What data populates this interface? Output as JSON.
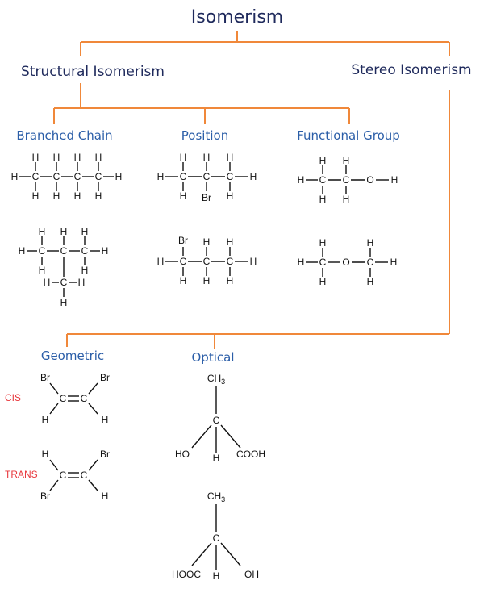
{
  "title": "Isomerism",
  "categories": {
    "structural": "Structural Isomerism",
    "stereo": "Stereo Isomerism"
  },
  "structural_types": {
    "branched": "Branched Chain",
    "position": "Position",
    "functional": "Functional Group"
  },
  "stereo_types": {
    "geometric": "Geometric",
    "optical": "Optical"
  },
  "geometric_labels": {
    "cis": "CIS",
    "trans": "TRANS"
  },
  "atoms": {
    "H": "H",
    "C": "C",
    "O": "O",
    "Br": "Br",
    "CH3": "CH3",
    "HO": "HO",
    "COOH": "COOH",
    "HOOC": "HOOC",
    "OH": "OH"
  },
  "colors": {
    "connector": "#f0883a",
    "heading": "#1f2a5c",
    "subheading": "#2b5ea8",
    "isomer_label": "#e8383d"
  }
}
